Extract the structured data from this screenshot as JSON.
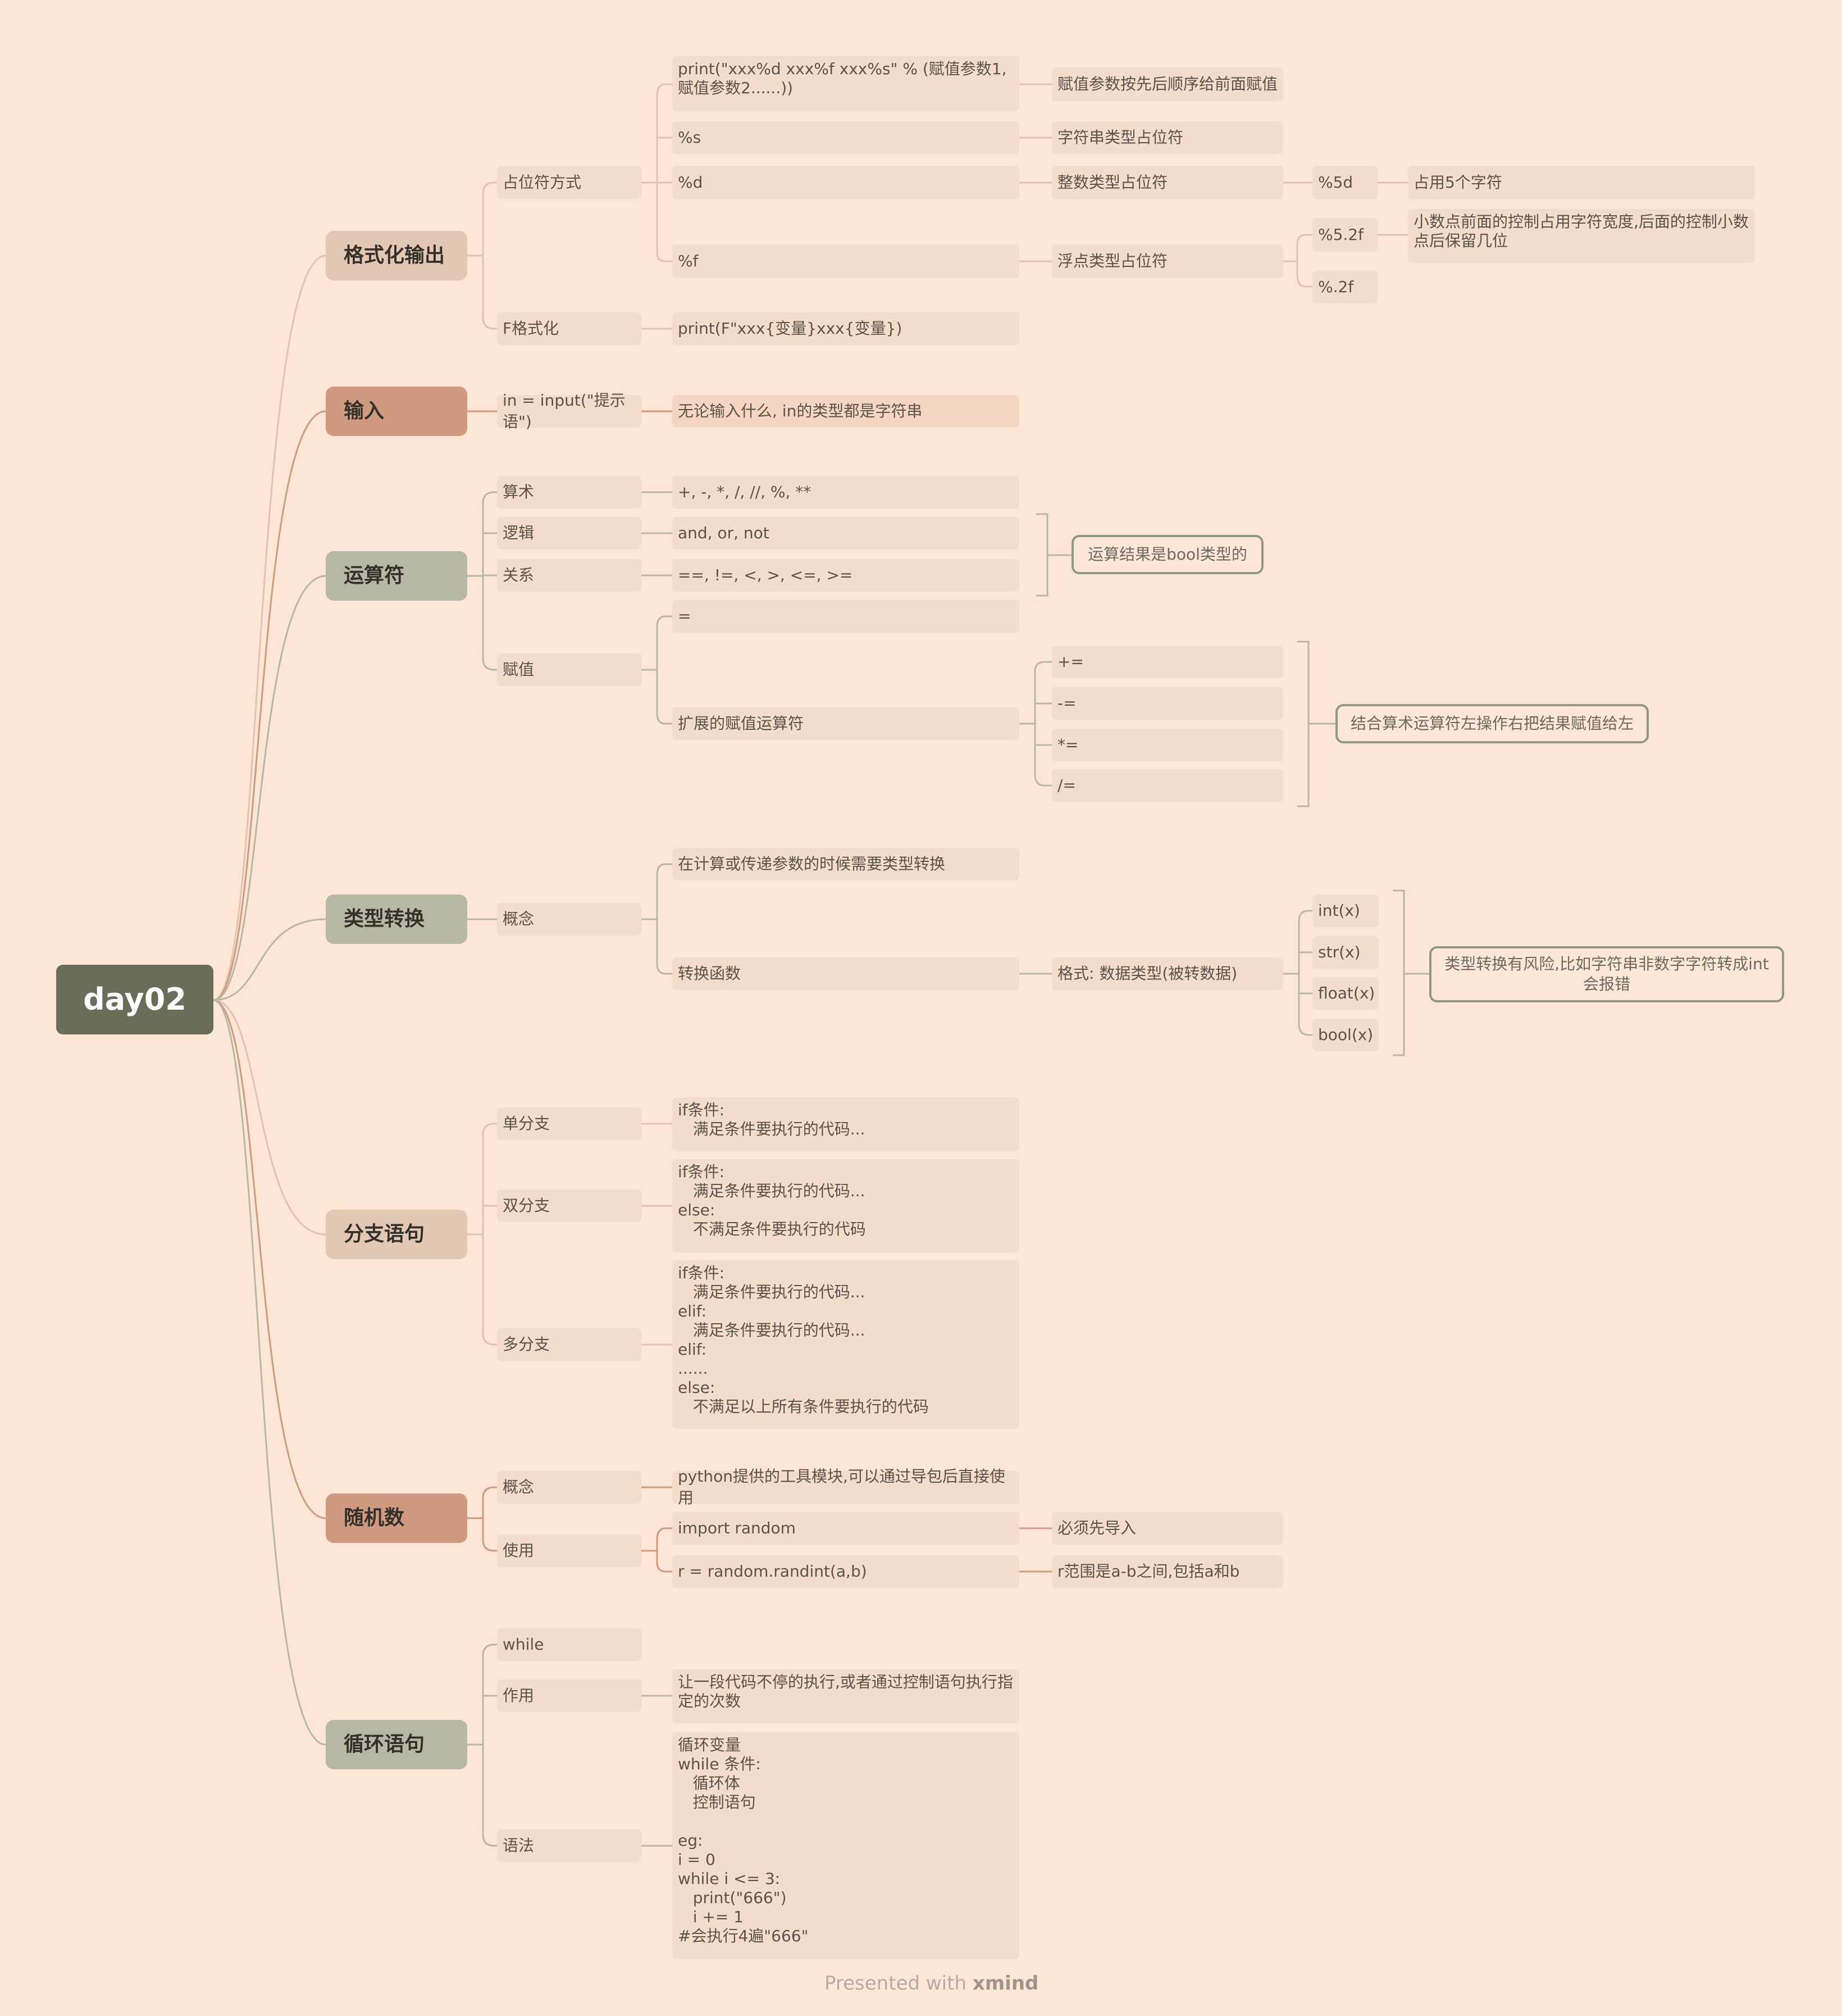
{
  "root": {
    "label": "day02"
  },
  "format": {
    "label": "格式化输出",
    "placeholder": "占位符方式",
    "print_syntax": "print(\"xxx%d xxx%f xxx%s\" % (赋值参数1,赋值参数2......))",
    "print_note": "赋值参数按先后顺序给前面赋值",
    "s": "%s",
    "s_note": "字符串类型占位符",
    "d": "%d",
    "d_note": "整数类型占位符",
    "d5": "%5d",
    "d5_note": "占用5个字符",
    "f": "%f",
    "f_note": "浮点类型占位符",
    "f52": "%5.2f",
    "f52_note": "小数点前面的控制占用字符宽度,后面的控制小数点后保留几位",
    "f2": "%.2f",
    "fstring": "F格式化",
    "fstring_syntax": "print(F\"xxx{变量}xxx{变量})"
  },
  "input": {
    "label": "输入",
    "syntax": "in = input(\"提示语\")",
    "note": "无论输入什么, in的类型都是字符串"
  },
  "operators": {
    "label": "运算符",
    "arith": "算术",
    "arith_ops": "+, -, *, /, //, %, **",
    "logic": "逻辑",
    "logic_ops": "and, or, not",
    "relation": "关系",
    "relation_ops": "==, !=, <, >, <=, >=",
    "bool_summary": "运算结果是bool类型的",
    "assign": "赋值",
    "assign_eq": "=",
    "ext": "扩展的赋值运算符",
    "ext_ops": [
      "+=",
      "-=",
      "*=",
      "/="
    ],
    "ext_summary": "结合算术运算符左操作右把结果赋值给左"
  },
  "conversion": {
    "label": "类型转换",
    "concept": "概念",
    "need": "在计算或传递参数的时候需要类型转换",
    "func": "转换函数",
    "format": "格式: 数据类型(被转数据)",
    "funcs": [
      "int(x)",
      "str(x)",
      "float(x)",
      "bool(x)"
    ],
    "summary": "类型转换有风险,比如字符串非数字字符转成int会报错"
  },
  "branch": {
    "label": "分支语句",
    "single": "单分支",
    "single_code": "if条件:\n   满足条件要执行的代码...",
    "double": "双分支",
    "double_code": "if条件:\n   满足条件要执行的代码...\nelse:\n   不满足条件要执行的代码",
    "multi": "多分支",
    "multi_code": "if条件:\n   满足条件要执行的代码...\nelif:\n   满足条件要执行的代码...\nelif:\n......\nelse:\n   不满足以上所有条件要执行的代码"
  },
  "random": {
    "label": "随机数",
    "concept": "概念",
    "concept_text": "python提供的工具模块,可以通过导包后直接使用",
    "use": "使用",
    "import": "import random",
    "import_note": "必须先导入",
    "randint": "r = random.randint(a,b)",
    "randint_note": "r范围是a-b之间,包括a和b"
  },
  "loop": {
    "label": "循环语句",
    "while": "while",
    "effect": "作用",
    "effect_text": "让一段代码不停的执行,或者通过控制语句执行指定的次数",
    "syntax": "语法",
    "syntax_code": "循环变量\nwhile 条件:\n   循环体\n   控制语句\n\neg:\ni = 0\nwhile i <= 3:\n   print(\"666\")\n   i += 1\n#会执行4遍\"666\""
  },
  "footer": {
    "presented": "Presented with",
    "brand": "xmind"
  },
  "colors": {
    "background": "#fde6d6",
    "root": "#6a6d58",
    "main_light": "#e2c7b3",
    "main_terracotta": "#cf9b80",
    "main_sage": "#b6b8a3",
    "node": "#f4dccb"
  }
}
